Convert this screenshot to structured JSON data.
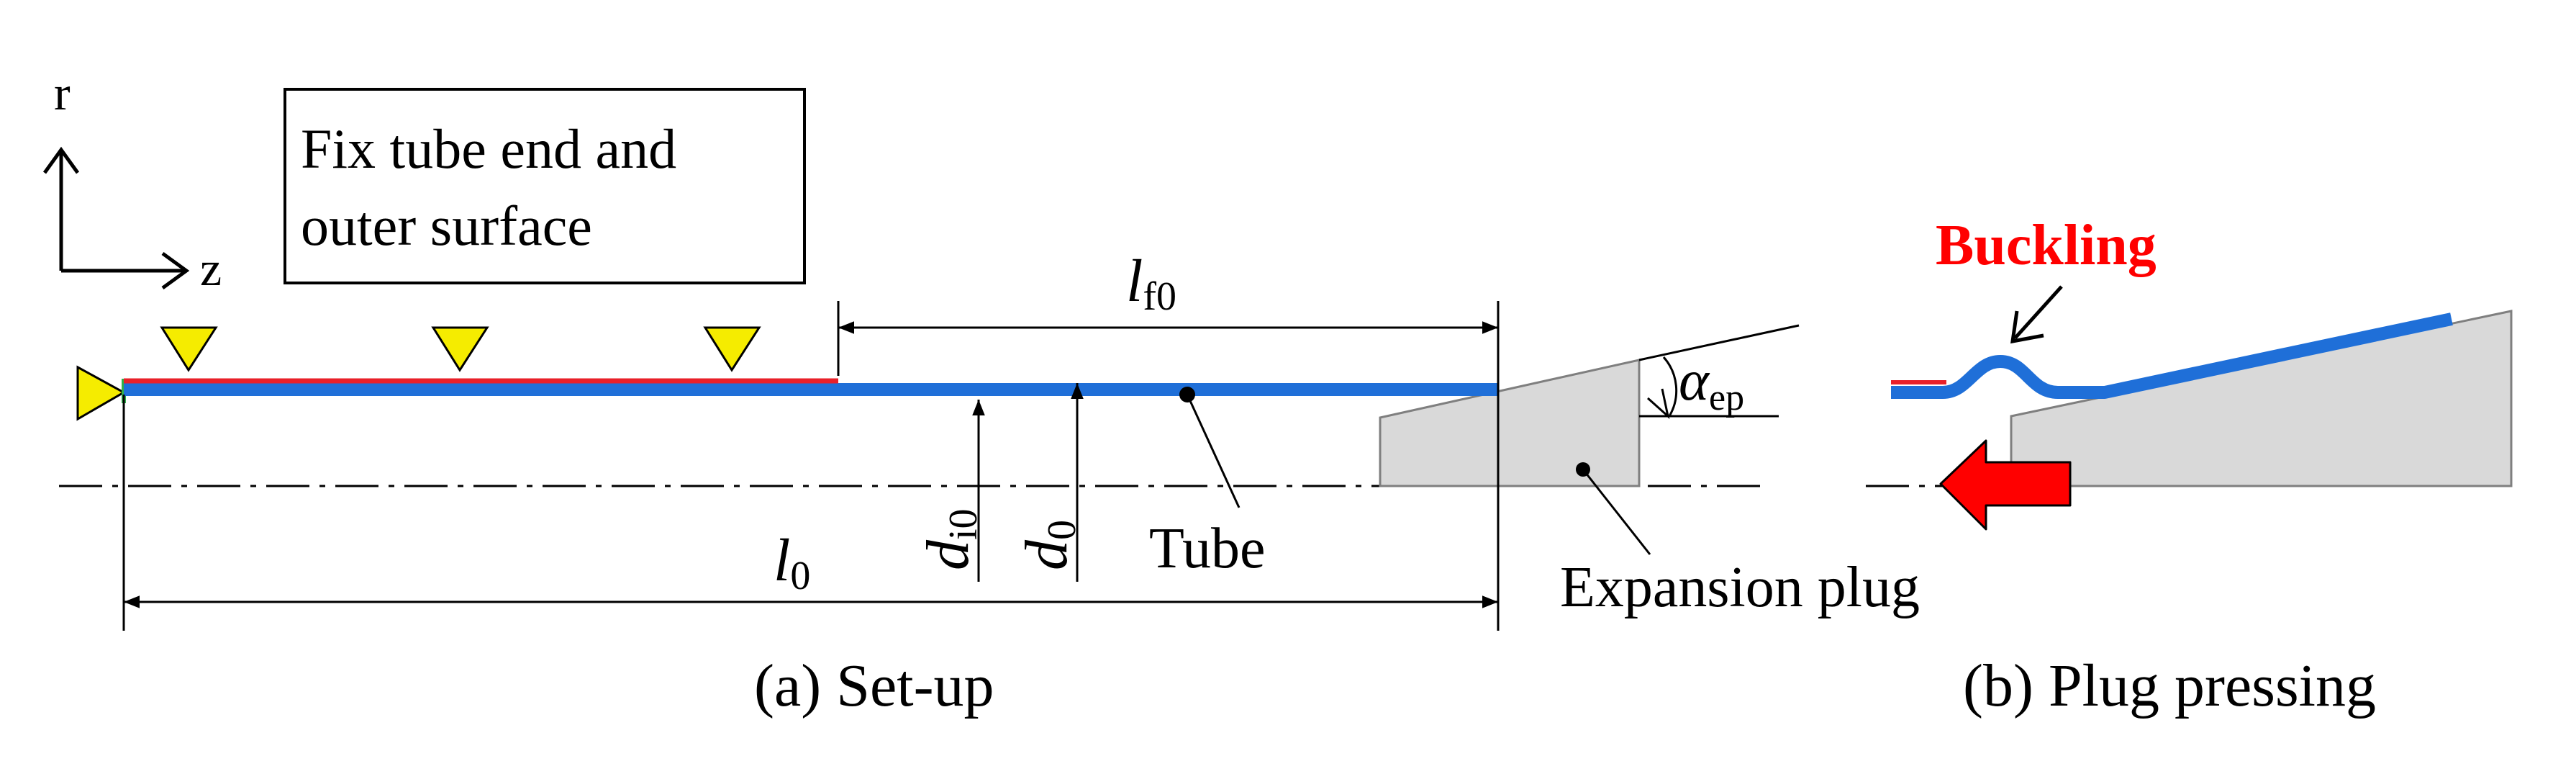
{
  "axes": {
    "r_label": "r",
    "z_label": "z"
  },
  "callout": {
    "line1": "Fix tube end and",
    "line2": "outer surface"
  },
  "dims": {
    "lf0_main": "l",
    "lf0_sub": "f0",
    "l0_main": "l",
    "l0_sub": "0",
    "di0_main": "d",
    "di0_sub": "i0",
    "d0_main": "d",
    "d0_sub": "0",
    "alpha_main": "α",
    "alpha_sub": "ep"
  },
  "labels": {
    "tube": "Tube",
    "plug": "Expansion plug",
    "buckling": "Buckling"
  },
  "captions": {
    "a": "(a) Set-up",
    "b": "(b) Plug pressing"
  },
  "colors": {
    "tube": "#1f6fd8",
    "fixed_surface": "#e8202a",
    "constraint": "#f5ec00",
    "plug": "#d9d9d9",
    "buckling_text": "#ff0000",
    "arrow": "#ff0000"
  }
}
